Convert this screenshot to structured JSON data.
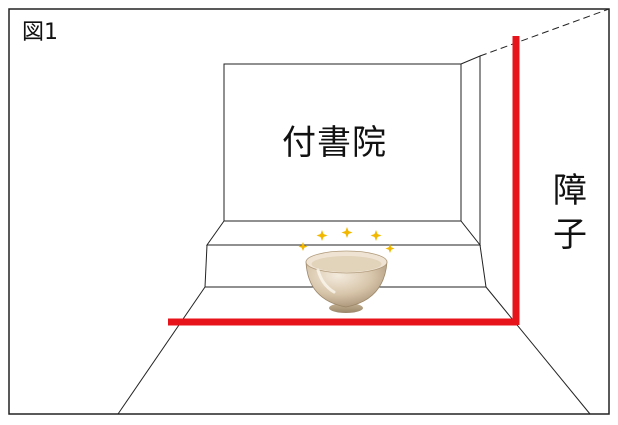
{
  "figure": {
    "label": "図1"
  },
  "labels": {
    "tsukeshoin": "付書院",
    "shoji": "障子"
  },
  "colors": {
    "line": "#222222",
    "wall_red": "#e8141c",
    "sparkle": "#f2b800",
    "bowl_outer": "#d9c7ad",
    "bowl_inner": "#efe4d3",
    "background": "#ffffff"
  },
  "objects": {
    "bowl_icon": "tea-bowl-icon",
    "sparkle_icon": "sparkle-icon"
  }
}
